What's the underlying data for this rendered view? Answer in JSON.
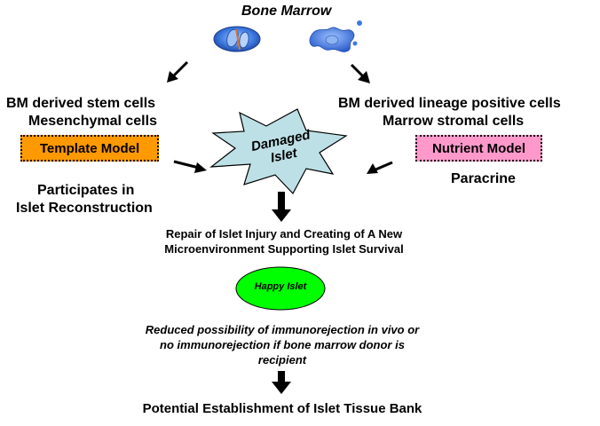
{
  "header": {
    "title": "Bone Marrow"
  },
  "left": {
    "line1": "BM derived stem cells",
    "line2": "Mesenchymal cells",
    "model": "Template Model",
    "role1": "Participates in",
    "role2": "Islet Reconstruction"
  },
  "right": {
    "line1": "BM derived lineage positive cells",
    "line2": "Marrow stromal cells",
    "model": "Nutrient Model",
    "role": "Paracrine"
  },
  "center": {
    "damaged_line1": "Damaged",
    "damaged_line2": "Islet",
    "repair_line1": "Repair of Islet Injury and Creating of A New",
    "repair_line2": "Microenvironment Supporting Islet Survival",
    "happy": "Happy Islet",
    "reduced_line1": "Reduced possibility of immunorejection in vivo or",
    "reduced_line2": "no immunorejection if bone marrow donor is",
    "reduced_line3": "recipient",
    "bank": "Potential Establishment of Islet Tissue Bank"
  },
  "colors": {
    "template_box": "#ff9900",
    "nutrient_box": "#ff99cc",
    "damaged_star": "#bde0e6",
    "happy_ellipse": "#00ff00",
    "cell_blue": "#2f6fd6"
  },
  "icons": [
    "bone-marrow-cell-icon",
    "stromal-cell-icon"
  ]
}
